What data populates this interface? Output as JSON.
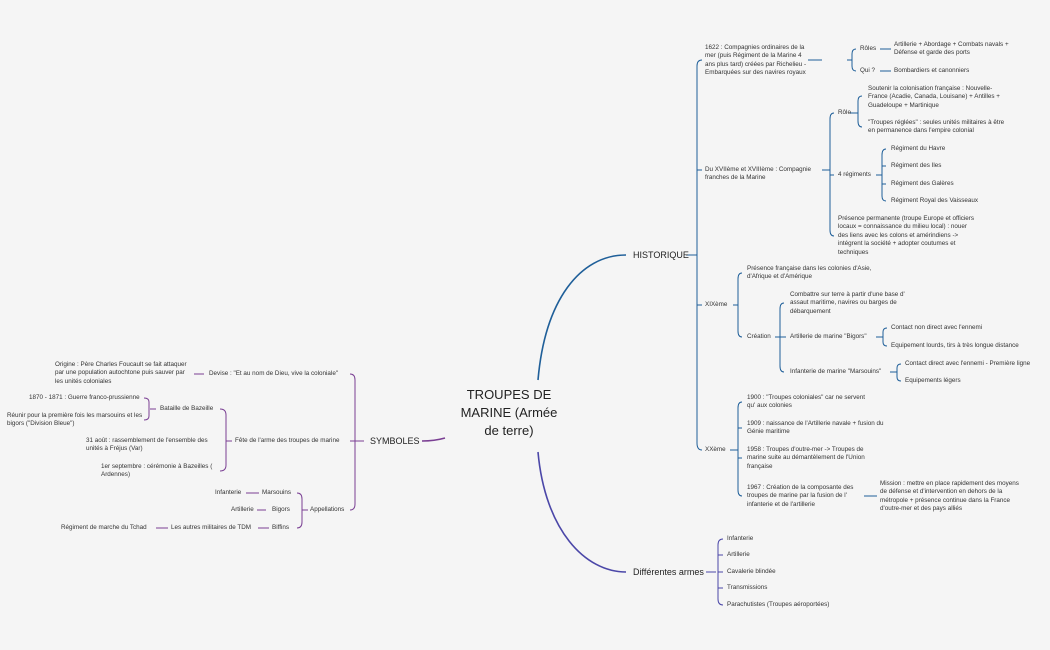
{
  "root": "TROUPES DE MARINE (Armée de terre)",
  "colors": {
    "blue": "#1f5f99",
    "purple": "#7a3f93",
    "indigo": "#4b47a8"
  },
  "historique": {
    "label": "HISTORIQUE",
    "n1622": "1622 : Compagnies ordinaires de la mer (puis Régiment de la Marine 4 ans plus tard) créées par Richelieu - Embarquées sur des navires royaux",
    "roles_label": "Rôles",
    "roles_text": "Artillerie + Abordage + Combats navals + Défense et garde des ports",
    "qui_label": "Qui ?",
    "qui_text": "Bombardiers et canonniers",
    "xvii": "Du XVIIème et XVIIIème : Compagnie franches de la Marine",
    "role_label": "Rôle",
    "role_a": "Soutenir la colonisation française : Nouvelle-France (Acadie, Canada, Louisane) + Antilles + Guadeloupe + Martinique",
    "role_b": "\"Troupes réglées\" : seules unités militaires à être en permanence dans l'empire colonial",
    "regiments_label": "4 régiments",
    "regiments": [
      "Régiment du Havre",
      "Régiment des Iles",
      "Régiment des Galères",
      "Régiment Royal des Vaisseaux"
    ],
    "presence": "Présence permanente (troupe Europe et officiers locaux = connaissance du milieu local) : nouer des liens avec les colons et amérindiens -> intégrent la société + adopter coutumes et techniques",
    "xix_label": "XIXème",
    "xix_presence": "Présence française dans les colonies d'Asie, d'Afrique et d'Amérique",
    "creation_label": "Création",
    "creation_a": "Combattre sur terre à partir d'une base d' assaut maritime, navires ou barges de débarquement",
    "artillerie_marine": "Artillerie de marine \"Bigors\"",
    "art_a": "Contact non direct avec l'ennemi",
    "art_b": "Equipement lourds, tirs à très longue distance",
    "infanterie_marine": "Infanterie de marine \"Marsouins\"",
    "inf_a": "Contact direct avec l'ennemi - Première ligne",
    "inf_b": "Equipements légers",
    "xx_label": "XXème",
    "xx1900": "1900 : \"Troupes coloniales\" car ne servent qu' aux colonies",
    "xx1909": "1909 : naissance de l'Artillerie navale + fusion du Génie maritime",
    "xx1958": "1958 : Troupes d'outre-mer -> Troupes de marine suite au démantèlement de l'Union française",
    "xx1967": "1967 : Création de la composante des troupes de marine par la fusion de l' infanterie et de l'artillerie",
    "mission": "Mission : mettre en place rapidement des moyens de défense et d'intervention en dehors de la métropole + présence continue dans la France d'outre-mer et des pays alliés"
  },
  "armes": {
    "label": "Différentes armes",
    "items": [
      "Infanterie",
      "Artillerie",
      "Cavalerie blindée",
      "Transmissions",
      "Parachutistes (Troupes aéroportées)"
    ]
  },
  "symboles": {
    "label": "SYMBOLES",
    "devise_label": "Devise : \"Et au nom de Dieu, vive la coloniale\"",
    "origine": "Origine : Père Charles Foucault se fait attaquer par une population autochtone puis sauver par les unités coloniales",
    "fete_label": "Fête de l'arme des troupes de marine",
    "bazeille_label": "Bataille de Bazeille",
    "baz_a": "1870 - 1871 : Guerre franco-prussienne",
    "baz_b": "Réunir pour la première fois les marsouins et les bigors (\"Division Bleue\")",
    "aout": "31 août : rassemblement de l'ensemble des unités à Fréjus (Var)",
    "septembre": "1er septembre : cérémonie à Bazeilles ( Ardennes)",
    "appellations_label": "Appellations",
    "marsouins": "Marsouins",
    "marsouins_src": "Infanterie",
    "bigors": "Bigors",
    "bigors_src": "Artillerie",
    "biffins": "Biffins",
    "biffins_src": "Les autres militaires de TDM",
    "tchad": "Régiment de marche du Tchad"
  }
}
